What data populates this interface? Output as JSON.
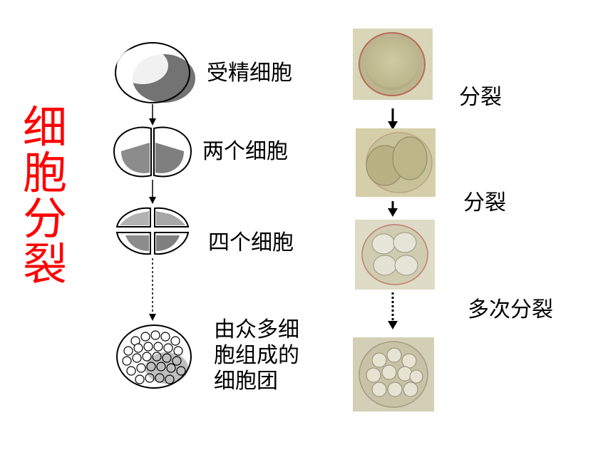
{
  "title": "细胞分裂",
  "stages": [
    {
      "label": "受精细胞"
    },
    {
      "label": "两个细胞"
    },
    {
      "label": "四个细胞"
    },
    {
      "label_lines": [
        "由众多细",
        "胞组成的",
        "细胞团"
      ]
    }
  ],
  "division_labels": [
    "分裂",
    "分裂",
    "多次分裂"
  ],
  "colors": {
    "title": "#ff0000",
    "photo_bg": "#d7d3b4",
    "cell": "#c9c6a0"
  }
}
